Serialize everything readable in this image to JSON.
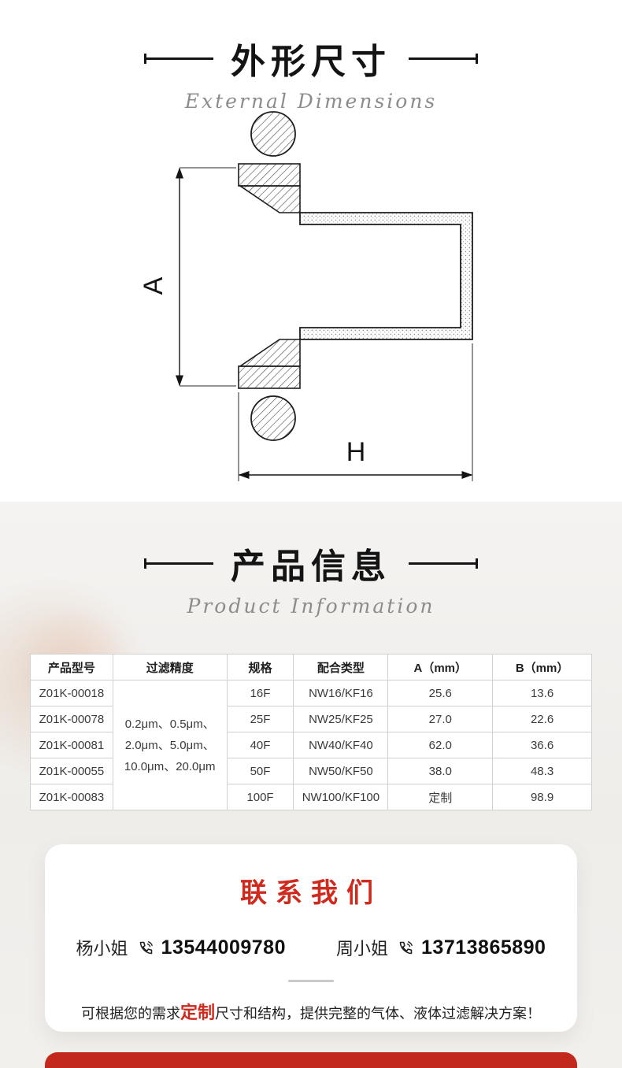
{
  "dims_section": {
    "title": "外形尺寸",
    "subtitle": "External Dimensions",
    "a_label": "A",
    "h_label": "H"
  },
  "product_section": {
    "title": "产品信息",
    "subtitle": "Product Information"
  },
  "table": {
    "headers": [
      "产品型号",
      "过滤精度",
      "规格",
      "配合类型",
      "A（mm）",
      "B（mm）"
    ],
    "precision": [
      "0.2μm、0.5μm、",
      "2.0μm、5.0μm、",
      "10.0μm、20.0μm"
    ],
    "rows": [
      {
        "model": "Z01K-00018",
        "spec": "16F",
        "type": "NW16/KF16",
        "a": "25.6",
        "b": "13.6"
      },
      {
        "model": "Z01K-00078",
        "spec": "25F",
        "type": "NW25/KF25",
        "a": "27.0",
        "b": "22.6"
      },
      {
        "model": "Z01K-00081",
        "spec": "40F",
        "type": "NW40/KF40",
        "a": "62.0",
        "b": "36.6"
      },
      {
        "model": "Z01K-00055",
        "spec": "50F",
        "type": "NW50/KF50",
        "a": "38.0",
        "b": "48.3"
      },
      {
        "model": "Z01K-00083",
        "spec": "100F",
        "type": "NW100/KF100",
        "a": "定制",
        "b": "98.9"
      }
    ]
  },
  "contact": {
    "title": "联系我们",
    "contacts": [
      {
        "name": "杨小姐",
        "phone": "13544009780"
      },
      {
        "name": "周小姐",
        "phone": "13713865890"
      }
    ],
    "note_prefix": "可根据您的需求",
    "note_highlight": "定制",
    "note_suffix": "尺寸和结构，提供完整的气体、液体过滤解决方案！"
  },
  "colors": {
    "accent": "#c2281e",
    "title_ink": "#141414"
  }
}
